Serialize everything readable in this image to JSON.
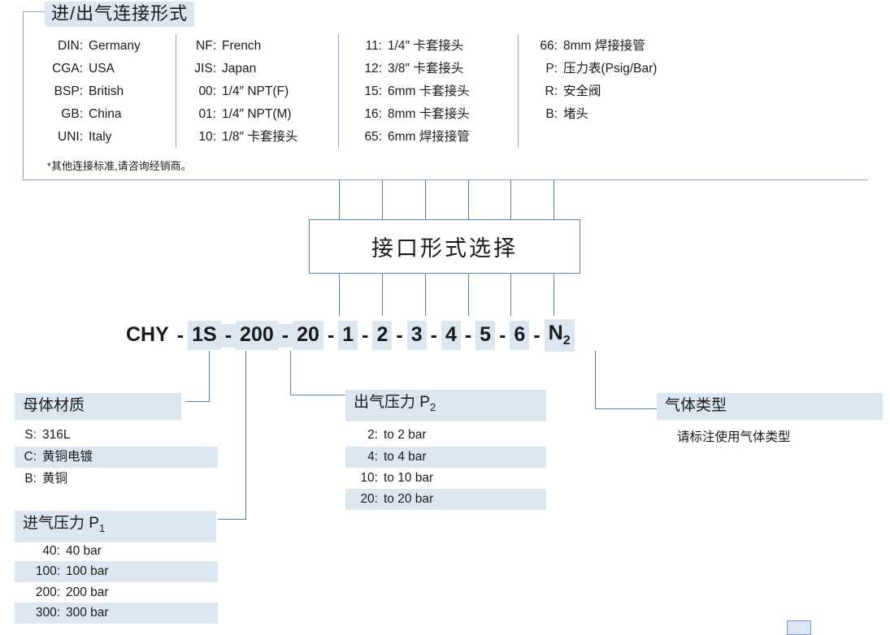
{
  "top_section": {
    "title": "进/出气连接形式",
    "columns": [
      [
        {
          "code": "DIN:",
          "label": "Germany"
        },
        {
          "code": "CGA:",
          "label": "USA"
        },
        {
          "code": "BSP:",
          "label": "British"
        },
        {
          "code": "GB:",
          "label": "China"
        },
        {
          "code": "UNI:",
          "label": "Italy"
        }
      ],
      [
        {
          "code": "NF:",
          "label": "French"
        },
        {
          "code": "JIS:",
          "label": "Japan"
        },
        {
          "code": "00:",
          "label": "1/4″ NPT(F)"
        },
        {
          "code": "01:",
          "label": "1/4″ NPT(M)"
        },
        {
          "code": "10:",
          "label": "1/8″ 卡套接头"
        }
      ],
      [
        {
          "code": "11:",
          "label": "1/4″ 卡套接头"
        },
        {
          "code": "12:",
          "label": "3/8″ 卡套接头"
        },
        {
          "code": "15:",
          "label": "6mm 卡套接头"
        },
        {
          "code": "16:",
          "label": "8mm 卡套接头"
        },
        {
          "code": "65:",
          "label": "6mm 焊接接管"
        }
      ],
      [
        {
          "code": "66:",
          "label": "8mm 焊接接管"
        },
        {
          "code": "P:",
          "label": "压力表(Psig/Bar)"
        },
        {
          "code": "R:",
          "label": "安全阀"
        },
        {
          "code": "B:",
          "label": "堵头"
        }
      ]
    ],
    "footnote": "*其他连接标准,请咨询经销商。"
  },
  "center_box": {
    "label": "接口形式选择"
  },
  "code_line": {
    "segments": [
      {
        "text": "CHY",
        "highlight": false
      },
      {
        "text": "-",
        "highlight": false,
        "dash": true
      },
      {
        "text": "1S",
        "highlight": true
      },
      {
        "text": "-",
        "highlight": true,
        "dash": true
      },
      {
        "text": "200",
        "highlight": true
      },
      {
        "text": "-",
        "highlight": true,
        "dash": true
      },
      {
        "text": "20",
        "highlight": true
      },
      {
        "text": "-",
        "highlight": false,
        "dash": true
      },
      {
        "text": "1",
        "highlight": true
      },
      {
        "text": "-",
        "highlight": false,
        "dash": true
      },
      {
        "text": "2",
        "highlight": true
      },
      {
        "text": "-",
        "highlight": false,
        "dash": true
      },
      {
        "text": "3",
        "highlight": true
      },
      {
        "text": "-",
        "highlight": false,
        "dash": true
      },
      {
        "text": "4",
        "highlight": true
      },
      {
        "text": "-",
        "highlight": false,
        "dash": true
      },
      {
        "text": "5",
        "highlight": true
      },
      {
        "text": "-",
        "highlight": false,
        "dash": true
      },
      {
        "text": "6",
        "highlight": true
      },
      {
        "text": "-",
        "highlight": false,
        "dash": true
      },
      {
        "text": "N",
        "highlight": true,
        "sub": "2"
      }
    ]
  },
  "body_material": {
    "title": "母体材质",
    "items": [
      {
        "code": "S:",
        "label": "316L",
        "highlight": false
      },
      {
        "code": "C:",
        "label": "黄铜电镀",
        "highlight": true
      },
      {
        "code": "B:",
        "label": "黄铜",
        "highlight": false
      }
    ]
  },
  "inlet_pressure": {
    "title": "进气压力 P",
    "title_sub": "1",
    "items": [
      {
        "code": "40:",
        "label": "40 bar",
        "highlight": false
      },
      {
        "code": "100:",
        "label": "100 bar",
        "highlight": true
      },
      {
        "code": "200:",
        "label": "200 bar",
        "highlight": false
      },
      {
        "code": "300:",
        "label": "300 bar",
        "highlight": true
      }
    ]
  },
  "outlet_pressure": {
    "title": "出气压力 P",
    "title_sub": "2",
    "items": [
      {
        "code": "2:",
        "label": "to 2 bar",
        "highlight": false
      },
      {
        "code": "4:",
        "label": "to 4 bar",
        "highlight": true
      },
      {
        "code": "10:",
        "label": "to 10 bar",
        "highlight": false
      },
      {
        "code": "20:",
        "label": "to 20 bar",
        "highlight": true
      }
    ]
  },
  "gas_type": {
    "title": "气体类型",
    "note": "请标注使用气体类型"
  },
  "colors": {
    "highlight": "#dce6f1",
    "line": "#5b7fa6",
    "box_border": "#5b84ad",
    "text": "#1a1a1a"
  }
}
